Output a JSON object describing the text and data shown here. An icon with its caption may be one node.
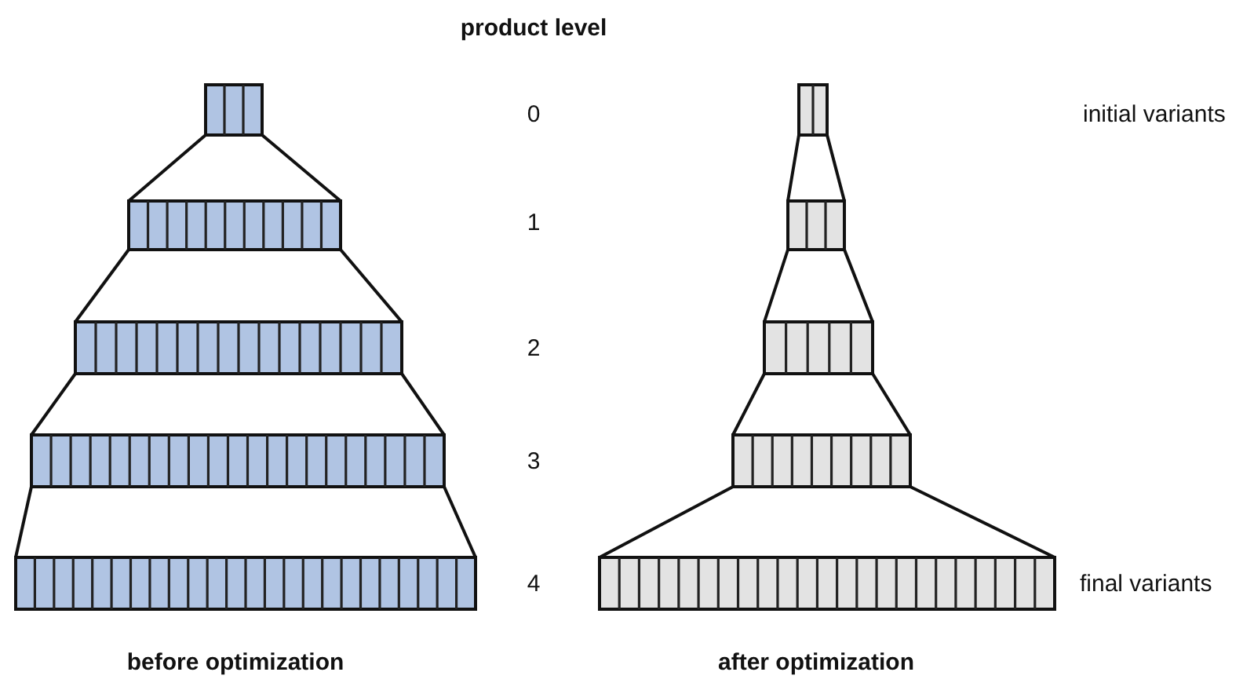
{
  "diagram": {
    "labels": [
      "product level",
      "0",
      "initial variants",
      "1",
      "2",
      "3",
      "4",
      "final variants",
      "before optimization",
      "after optimization"
    ]
  }
}
